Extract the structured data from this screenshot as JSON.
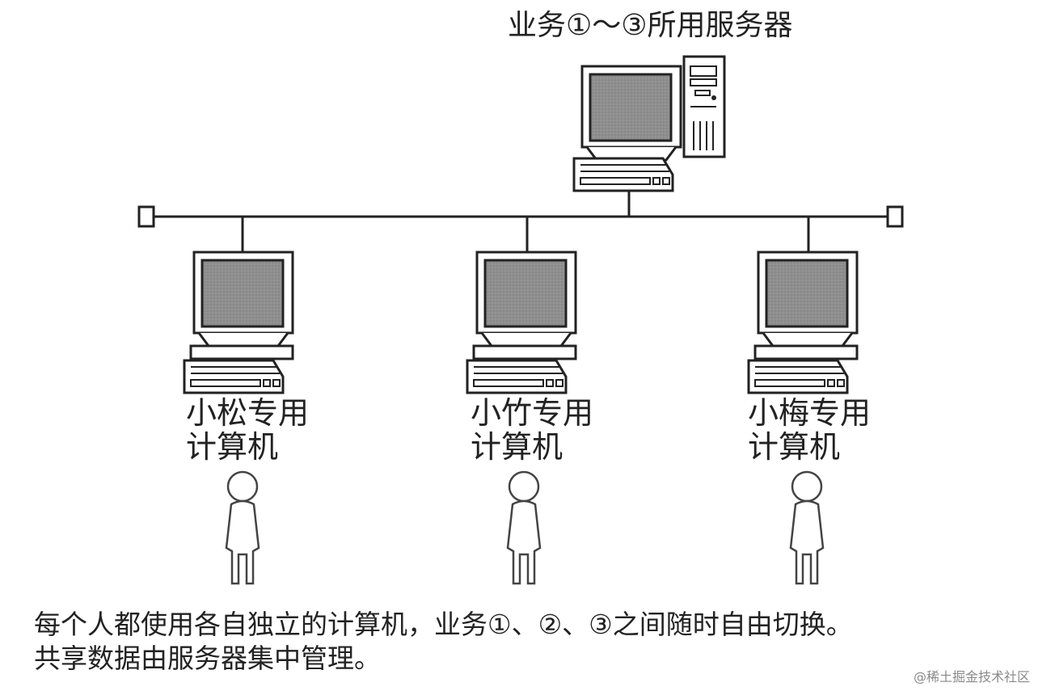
{
  "diagram": {
    "server": {
      "label": "业务①～③所用服务器",
      "icon": "server-computer-icon"
    },
    "network": {
      "topology": "bus",
      "icon": "network-bus-line"
    },
    "clients": [
      {
        "label_line1": "小松专用",
        "label_line2": "计算机",
        "icon": "desktop-computer-icon",
        "person_icon": "person-icon"
      },
      {
        "label_line1": "小竹专用",
        "label_line2": "计算机",
        "icon": "desktop-computer-icon",
        "person_icon": "person-icon"
      },
      {
        "label_line1": "小梅专用",
        "label_line2": "计算机",
        "icon": "desktop-computer-icon",
        "person_icon": "person-icon"
      }
    ],
    "caption": {
      "line1": "每个人都使用各自独立的计算机，业务①、②、③之间随时自由切换。",
      "line2": "共享数据由服务器集中管理。"
    }
  },
  "watermark": "@稀土掘金技术社区",
  "colors": {
    "stroke": "#222222",
    "screen": "#8f8f8f",
    "background": "#ffffff",
    "watermark": "#8a8a8a"
  }
}
